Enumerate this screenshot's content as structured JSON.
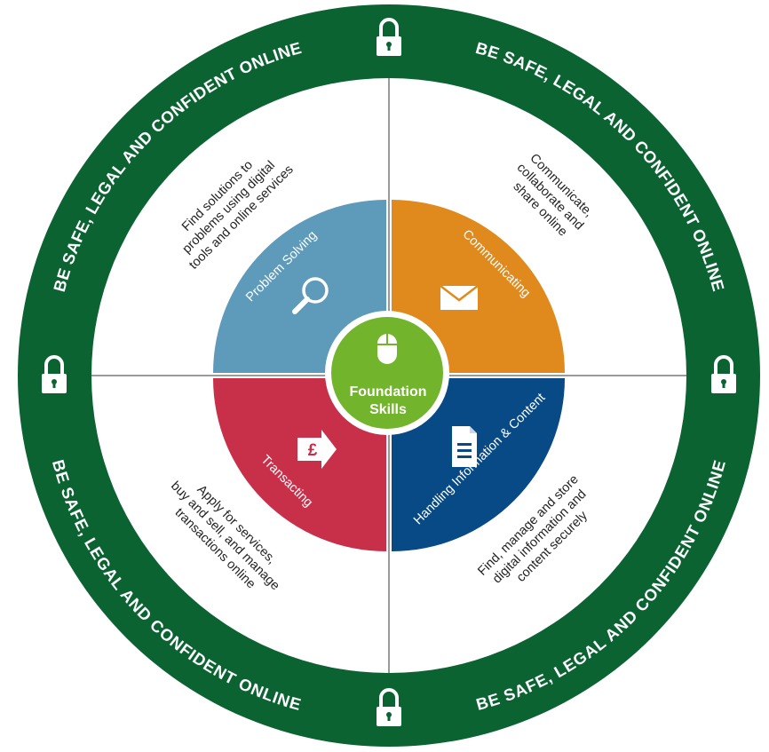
{
  "ring": {
    "slogan_top_left": "BE SAFE, LEGAL AND CONFIDENT ONLINE",
    "slogan_top_right": "BE SAFE, LEGAL AND CONFIDENT ONLINE",
    "slogan_bottom_left": "BE SAFE, LEGAL AND CONFIDENT ONLINE",
    "slogan_bottom_right": "BE SAFE, LEGAL AND CONFIDENT ONLINE",
    "color": "#0b6332",
    "lock_icon": "padlock-icon"
  },
  "quadrants": {
    "top_left": {
      "description": [
        "Find solutions to",
        "problems using digital",
        "tools and online services"
      ]
    },
    "top_right": {
      "description": [
        "Communicate,",
        "collaborate and",
        "share online"
      ]
    },
    "bottom_left": {
      "description": [
        "Apply for services,",
        "buy and sell, and manage",
        "transactions online"
      ]
    },
    "bottom_right": {
      "description": [
        "Find, manage and store",
        "digital information and",
        "content securely"
      ]
    }
  },
  "segments": {
    "problem_solving": {
      "label": "Problem Solving",
      "color": "#5e9aba",
      "icon": "magnifier-icon"
    },
    "communicating": {
      "label": "Communicating",
      "color": "#e08a1e",
      "icon": "envelope-icon"
    },
    "transacting": {
      "label": "Transacting",
      "color": "#c8304a",
      "icon": "pound-arrow-icon"
    },
    "handling_information": {
      "label": "Handling Information & Content",
      "color": "#074a86",
      "icon": "document-icon"
    }
  },
  "center": {
    "line1": "Foundation",
    "line2": "Skills",
    "color": "#72b52c",
    "icon": "mouse-icon"
  }
}
